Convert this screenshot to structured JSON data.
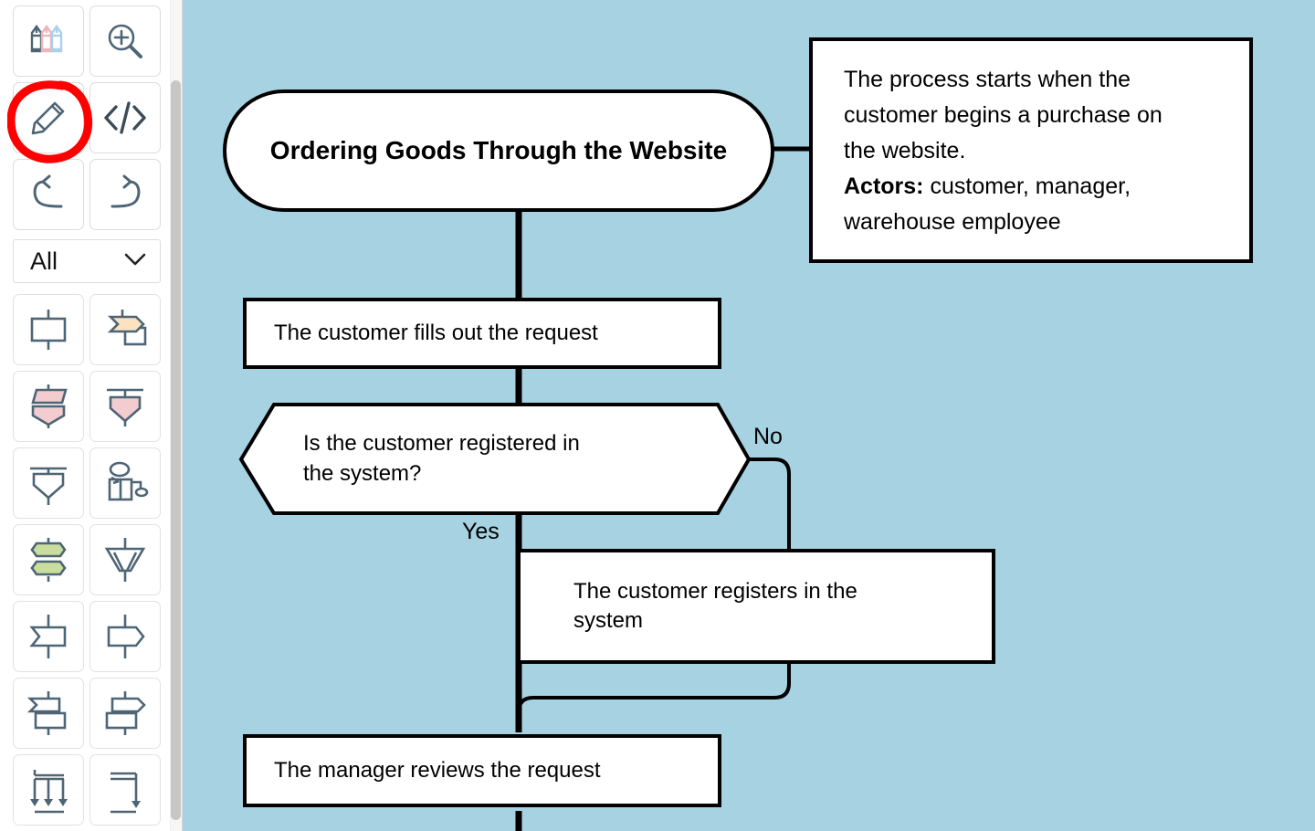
{
  "app": {
    "canvas_background": "#a6d2e2",
    "sidebar_background": "#ffffff",
    "annotation_color": "#ff0000"
  },
  "sidebar": {
    "tools": [
      {
        "name": "pencils-icon",
        "label": "Pencils"
      },
      {
        "name": "zoom-in-icon",
        "label": "Zoom in"
      },
      {
        "name": "pencil-icon",
        "label": "Edit"
      },
      {
        "name": "code-icon",
        "label": "Code"
      },
      {
        "name": "undo-icon",
        "label": "Undo"
      },
      {
        "name": "redo-icon",
        "label": "Redo"
      }
    ],
    "filter": {
      "label": "All",
      "chevron": "chevron-down-icon",
      "options": [
        "All"
      ]
    },
    "shapes": [
      {
        "name": "shape-activity-bar",
        "fill": "#ffffff"
      },
      {
        "name": "shape-hexagon-note",
        "fill": "#fbe3c2"
      },
      {
        "name": "shape-parallelogram-pair",
        "fill": "#f3ccd0"
      },
      {
        "name": "shape-inverted-trapezoid",
        "fill": "#f3ccd0"
      },
      {
        "name": "shape-inverted-pentagon",
        "fill": "#ffffff"
      },
      {
        "name": "shape-actor-lifeline",
        "fill": "#ffffff"
      },
      {
        "name": "shape-hexagon-pair",
        "fill": "#c9dd9e"
      },
      {
        "name": "shape-funnel",
        "fill": "#ffffff"
      },
      {
        "name": "shape-chevron-in",
        "fill": "#ffffff"
      },
      {
        "name": "shape-chevron-out",
        "fill": "#ffffff"
      },
      {
        "name": "shape-chevron-in-box",
        "fill": "#ffffff"
      },
      {
        "name": "shape-chevron-out-box",
        "fill": "#ffffff"
      },
      {
        "name": "shape-fork-three",
        "fill": "#ffffff"
      },
      {
        "name": "shape-fork-one",
        "fill": "#ffffff"
      }
    ]
  },
  "diagram": {
    "title_node": {
      "text": "Ordering Goods Through the Website",
      "shape": "rounded-rectangle"
    },
    "note": {
      "line1": "The process starts when the",
      "line2": "customer begins a purchase on",
      "line3": "the website.",
      "actors_label": "Actors:",
      "actors_value": "customer, manager,",
      "line5": "warehouse employee",
      "shape": "rectangle"
    },
    "nodes": [
      {
        "id": "fill-request",
        "text": "The customer fills out the request",
        "shape": "rectangle"
      },
      {
        "id": "decision",
        "text_line1": "Is the customer registered in",
        "text_line2": "the system?",
        "shape": "hexagon"
      },
      {
        "id": "register",
        "text_line1": "The customer registers in the",
        "text_line2": "system",
        "shape": "rectangle"
      },
      {
        "id": "manager-review",
        "text": "The manager reviews the request",
        "shape": "rectangle"
      }
    ],
    "edge_labels": {
      "yes": "Yes",
      "no": "No"
    }
  }
}
